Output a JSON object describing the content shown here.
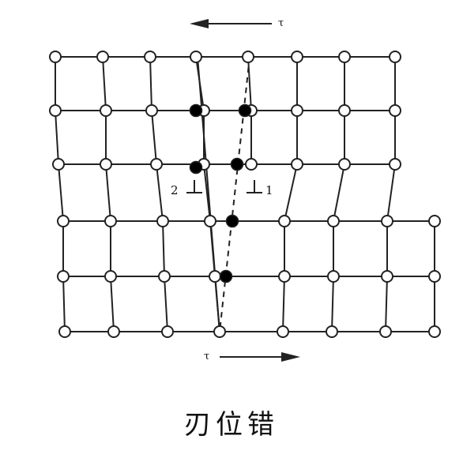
{
  "figure": {
    "caption": "刃位错",
    "stress_top_label": "τ",
    "stress_bottom_label": "τ",
    "stress_top_direction": "left",
    "stress_bottom_direction": "right",
    "dislocation_labels": [
      "2",
      "1"
    ],
    "dislocation_symbol": "⊥",
    "colors": {
      "line": "#222222",
      "open_atom_fill": "#ffffff",
      "solid_atom_fill": "#000000",
      "background": "#ffffff"
    }
  }
}
